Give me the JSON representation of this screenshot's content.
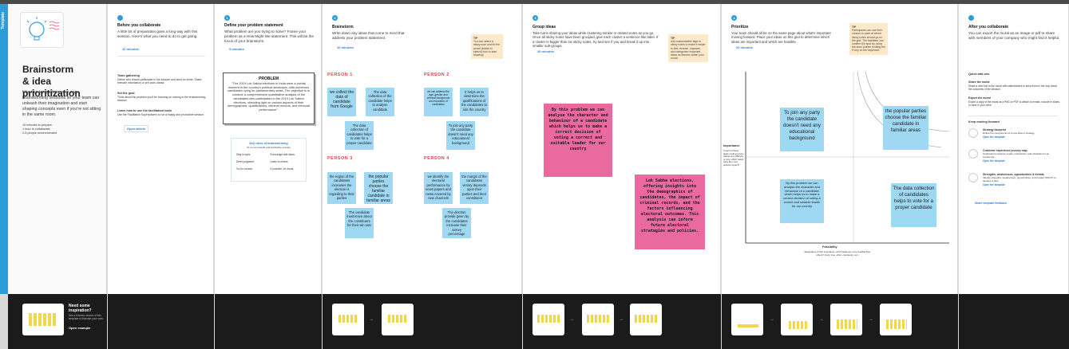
{
  "template_tag": "Template",
  "intro": {
    "title": "Brainstorm\n& idea prioritization",
    "description": "Use this template in your own brainstorming sessions so your team can unleash their imagination and start shaping concepts even if you're not sitting in the same room.",
    "meta": [
      "10 minutes to prepare",
      "1 hour to collaborate",
      "2-8 people recommended"
    ],
    "footer_title": "Need some inspiration?",
    "footer_desc": "See a finished version of this template to kickstart your work.",
    "footer_link": "Open example"
  },
  "before": {
    "step": "",
    "title": "Before you collaborate",
    "desc": "A little bit of preparation goes a long way with this session. Here's what you need to do to get going.",
    "time": "10 minutes",
    "items": [
      {
        "key": "A",
        "title": "Team gathering",
        "desc": "Define who should participate in the session and send an invite. Share relevant information or pre-work ahead."
      },
      {
        "key": "B",
        "title": "Set the goal",
        "desc": "Think about the problem you'll be focusing on solving in the brainstorming session."
      },
      {
        "key": "C",
        "title": "Learn how to use the facilitation tools",
        "desc": "Use the Facilitation Superpowers to run a happy and productive session."
      }
    ],
    "link": "Open article"
  },
  "define": {
    "step": "1",
    "title": "Define your problem statement",
    "desc": "What problem are you trying to solve? Frame your problem as a How Might We statement. This will be the focus of your brainstorm.",
    "time": "5 minutes",
    "problem_label": "PROBLEM",
    "problem_text": "\"The 2019 Lok Sabha elections in India were a pivotal moment in the country's political landscape, with numerous candidates vying for parliamentary seats. The objective is to conduct a comprehensive quantitative analysis of the candidates who participated in the 2019 Lok Sabha elections, shedding light on various aspects of their demographics, qualifications, criminal records, and electoral performance\".",
    "rules_title": "Key rules of brainstorming",
    "rules_sub": "To run an smooth and productive session",
    "rules": [
      "Stay in topic.",
      "Encourage wild ideas.",
      "Defer judgment.",
      "Listen to others.",
      "Go for volume.",
      "If possible, be visual."
    ]
  },
  "brainstorm": {
    "step": "2",
    "title": "Brainstorm",
    "desc": "Write down any ideas that come to mind that address your problem statement.",
    "time": "10 minutes",
    "tip_label": "TIP",
    "tip": "You can select a sticky note and hit the pencil [switch to sketch] icon to start drawing!",
    "persons": [
      "PERSON 1",
      "PERSON 2",
      "PERSON 3",
      "PERSON 4"
    ],
    "notes": [
      "we collect the data of candidate from Google",
      "The data collection of the candidate helps to analyse candidate",
      "The data collection of candidates helps to vote for a proper candidate",
      "we can address the age, gender and criminal background and education of candidates",
      "It helps us to determine the qualifications of the candidates to rule the country",
      "To join any party the candidate doesn't need any educational background",
      "the region of the candidates increases the election is regarding to their parties",
      "the popular parties choose the familiar candidate in familiar areas",
      "The candidate must know about the constituent for their win rate",
      "we identify the electoral performance by news papers and news covered by new channels",
      "the margin of the candidates victory depends upon their parties and their constituent",
      "The election provide given by the candidates increase their victory percentage"
    ]
  },
  "group": {
    "step": "3",
    "title": "Group ideas",
    "desc": "Take turns sharing your ideas while clustering similar or related notes as you go. Once all sticky notes have been grouped, give each cluster a sentence-like label. If a cluster is bigger than six sticky notes, try and see if you and break it up into smaller sub-groups.",
    "time": "20 minutes",
    "tip_label": "TIP",
    "tip": "Add customizable tags to sticky notes to make it easier to find, browse, organize, and categorize important ideas as themes within your mural.",
    "cluster1": "By this problem we can analyse the character and behaviour of a candidate which helps us to make a correct decision of voting a correct and suitable leader for our country",
    "cluster2": "Lok Sabha elections, offering insights into the demographics of candidates, the impact of criminal records, and the factors influencing electoral outcomes. This analysis can inform future electoral strategies and policies."
  },
  "prioritize": {
    "step": "4",
    "title": "Prioritize",
    "desc": "Your team should all be on the same page about what's important moving forward. Place your ideas on this grid to determine which ideas are important and which are feasible.",
    "time": "20 minutes",
    "tip_label": "TIP",
    "tip": "Participants can use their cursors to point at where sticky notes should go on the grid. The facilitator can confirm the spot by using the laser pointer holding the H key on the keyboard.",
    "y_label": "Importance",
    "y_desc": "If each of these tasks could get done without any difficulty or cost, which would have the most positive impact?",
    "x_label": "Feasibility",
    "x_desc": "Regardless of their importance, which tasks are more feasible than others? (Cost, time, effort, complexity, etc.)",
    "notes": [
      "To join any party the candidate doesn't need any educational background",
      "the popular parties choose the familiar candidate in familiar areas",
      "By this problem we can analyse the character and behaviour of a candidate which helps us to make a correct decision of voting a correct and suitable leader for our country",
      "The data collection of candidates helps to vote for a proper candidate"
    ]
  },
  "after": {
    "step": "",
    "title": "After you collaborate",
    "desc": "You can export the mural as an image or pdf to share with members of your company who might find it helpful.",
    "quick_title": "Quick add-ons",
    "quick": [
      {
        "key": "A",
        "title": "Share the mural",
        "desc": "Share a view link to the mural with stakeholders to keep them in the loop about the outcomes of the session."
      },
      {
        "key": "B",
        "title": "Export the mural",
        "desc": "Export a copy of the mural as a PNG or PDF to attach to emails, include in slides, or save in your drive."
      }
    ],
    "forward_title": "Keep moving forward",
    "forward": [
      {
        "title": "Strategy blueprint",
        "desc": "Define the components of a new idea or strategy.",
        "link": "Open the template"
      },
      {
        "title": "Customer experience journey map",
        "desc": "Understand customer needs, motivations, and obstacles for an experience.",
        "link": "Open the template"
      },
      {
        "title": "Strengths, weaknesses, opportunities & threats",
        "desc": "Identify strengths, weaknesses, opportunities, and threats (SWOT) to develop a plan.",
        "link": "Open the template"
      }
    ],
    "feedback": "Share template feedback"
  }
}
